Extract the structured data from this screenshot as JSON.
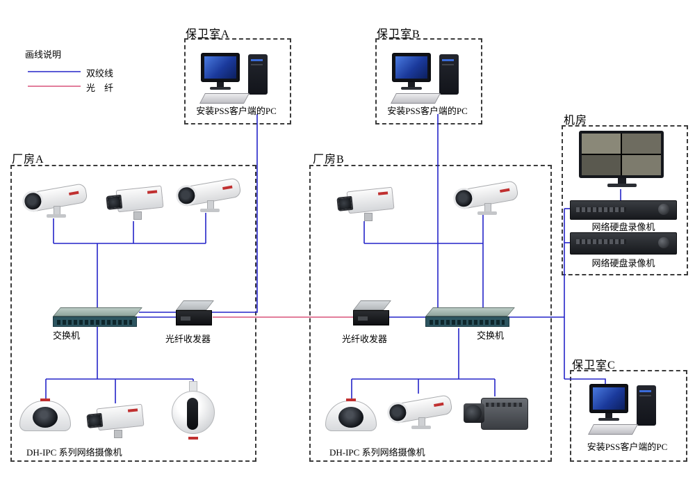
{
  "legend": {
    "title": "画线说明",
    "items": [
      {
        "label": "双绞线",
        "color": "#2323c8"
      },
      {
        "label": "光　纤",
        "color": "#d9527a"
      }
    ]
  },
  "zones": {
    "guard_a": {
      "title": "保卫室A",
      "pc_label": "安装PSS客户端的PC"
    },
    "guard_b": {
      "title": "保卫室B",
      "pc_label": "安装PSS客户端的PC"
    },
    "guard_c": {
      "title": "保卫室C",
      "pc_label": "安装PSS客户端的PC"
    },
    "machine_room": {
      "title": "机房",
      "nvr1_label": "网络硬盘录像机",
      "nvr2_label": "网络硬盘录像机"
    },
    "factory_a": {
      "title": "厂房A",
      "switch_label": "交换机",
      "transceiver_label": "光纤收发器",
      "cameras_label": "DH-IPC 系列网络摄像机"
    },
    "factory_b": {
      "title": "厂房B",
      "switch_label": "交换机",
      "transceiver_label": "光纤收发器",
      "cameras_label": "DH-IPC 系列网络摄像机"
    }
  }
}
